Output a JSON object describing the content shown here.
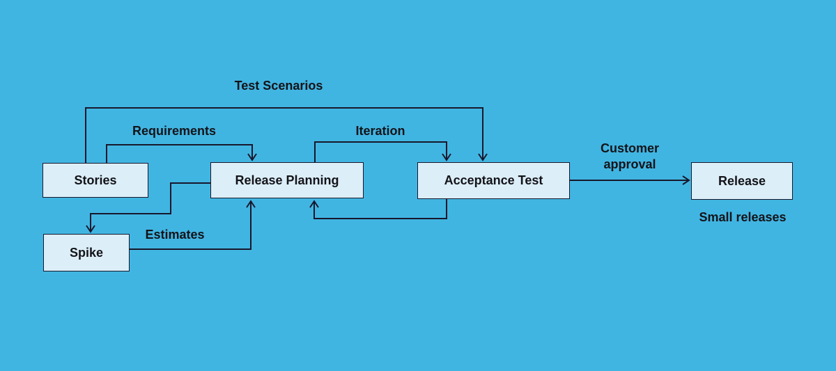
{
  "diagram": {
    "type": "flowchart",
    "subject": "Extreme Programming process flow",
    "colors": {
      "background": "#41b5e2",
      "node_fill": "#dceef8",
      "node_border": "#17172b",
      "line": "#17172b",
      "text": "#131318"
    },
    "nodes": {
      "stories": {
        "label": "Stories"
      },
      "release_planning": {
        "label": "Release Planning"
      },
      "acceptance_test": {
        "label": "Acceptance Test"
      },
      "release": {
        "label": "Release"
      },
      "spike": {
        "label": "Spike"
      }
    },
    "edge_labels": {
      "test_scenarios": {
        "text": "Test Scenarios"
      },
      "requirements": {
        "text": "Requirements"
      },
      "iteration": {
        "text": "Iteration"
      },
      "customer_approval": {
        "text": "Customer approval"
      },
      "small_releases": {
        "text": "Small releases"
      },
      "estimates": {
        "text": "Estimates"
      }
    },
    "edges": [
      {
        "from": "Stories",
        "to": "Acceptance Test",
        "label": "Test Scenarios"
      },
      {
        "from": "Stories",
        "to": "Release Planning",
        "label": "Requirements"
      },
      {
        "from": "Release Planning",
        "to": "Acceptance Test",
        "label": "Iteration"
      },
      {
        "from": "Acceptance Test",
        "to": "Release",
        "label": "Customer approval"
      },
      {
        "from": "Acceptance Test",
        "to": "Release Planning",
        "label": ""
      },
      {
        "from": "Release Planning",
        "to": "Spike",
        "label": ""
      },
      {
        "from": "Spike",
        "to": "Release Planning",
        "label": "Estimates"
      },
      {
        "from": "Release",
        "to": "",
        "label": "Small releases"
      }
    ]
  }
}
